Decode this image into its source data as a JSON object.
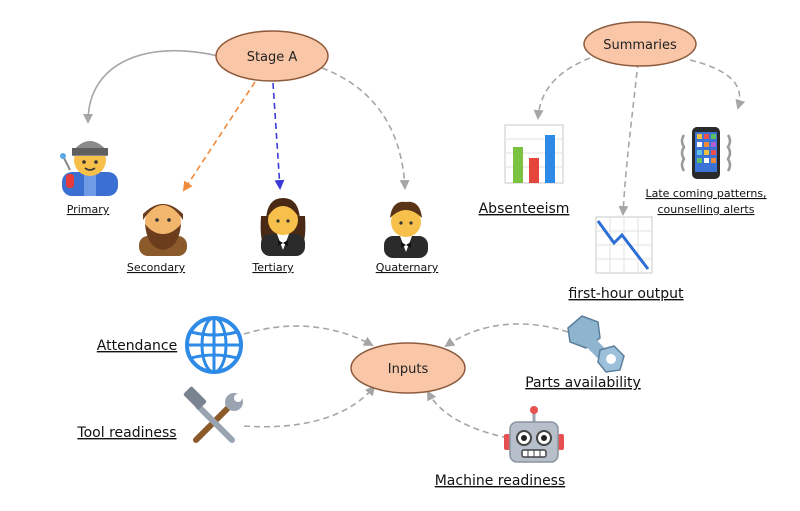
{
  "nodes": {
    "stage_a": "Stage A",
    "summaries": "Summaries",
    "inputs": "Inputs"
  },
  "stages": {
    "primary": "Primary ",
    "secondary": "Secondary",
    "tertiary": "Tertiary",
    "quaternary": "Quaternary"
  },
  "summaries": {
    "absenteeism": "Absenteeism",
    "first_hour_output": "first-hour output",
    "late_coming_line1": "Late coming patterns,",
    "late_coming_line2": "counselling alerts"
  },
  "inputs": {
    "attendance": "Attendance",
    "tool_readiness": "Tool readiness",
    "parts_availability": "Parts availability",
    "machine_readiness": "Machine readiness"
  },
  "icons": {
    "primary": "factory-worker-icon",
    "secondary": "bearded-person-icon",
    "tertiary": "woman-in-tuxedo-icon",
    "quaternary": "person-in-tuxedo-icon",
    "absenteeism": "bar-chart-icon",
    "first_hour_output": "chart-decreasing-icon",
    "late_coming": "vibrating-phone-icon",
    "attendance": "globe-icon",
    "tool_readiness": "hammer-wrench-icon",
    "parts_availability": "nut-and-bolt-icon",
    "machine_readiness": "robot-icon"
  },
  "colors": {
    "node_fill": "#f9c7a8",
    "node_stroke": "#8c5a3c",
    "arrow_gray": "#a6a6a6",
    "arrow_orange": "#f08a3c",
    "arrow_blue": "#3a3ad6"
  }
}
